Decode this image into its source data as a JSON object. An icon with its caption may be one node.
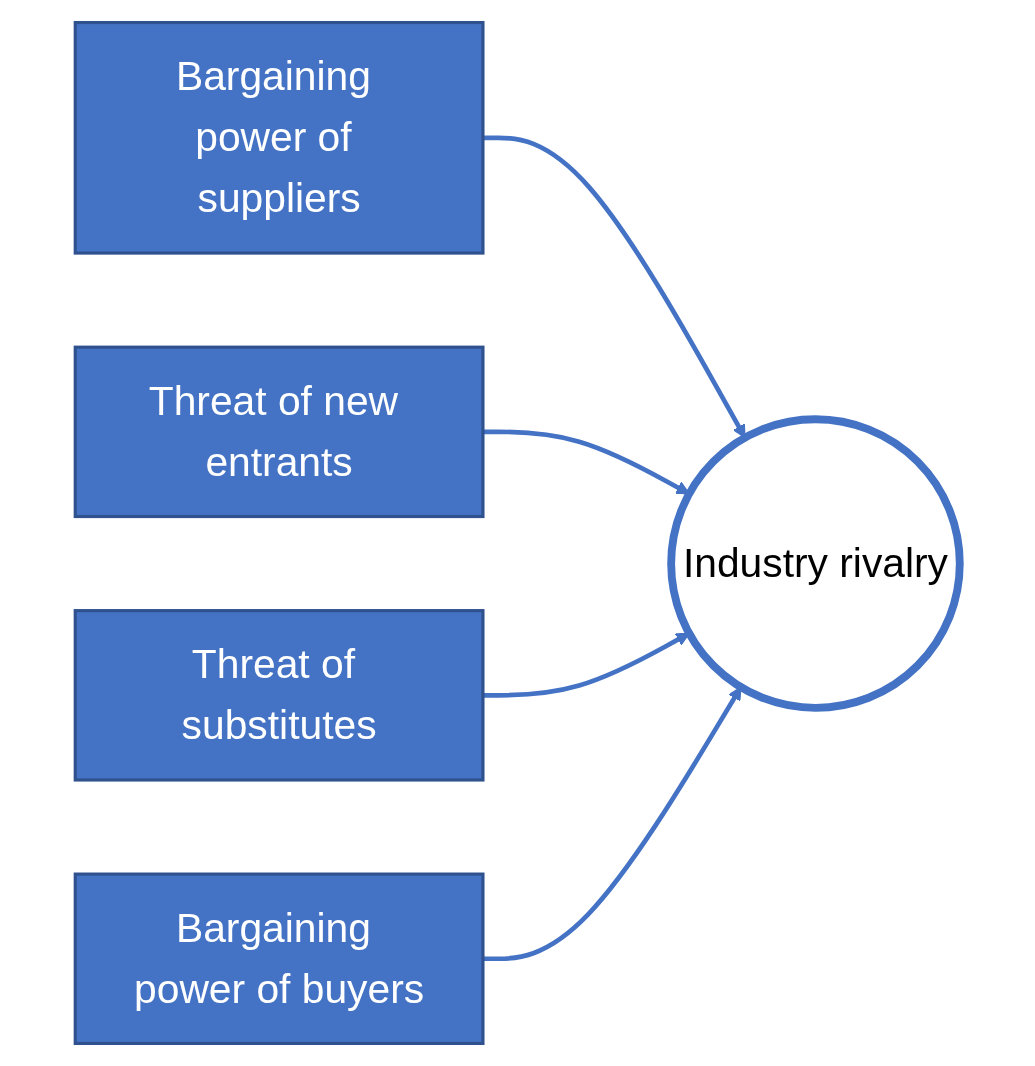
{
  "diagram": {
    "nodes": [
      {
        "text": [
          "Bargaining power of suppliers"
        ]
      },
      {
        "text": [
          "Threat of new entrants"
        ]
      },
      {
        "text": [
          "Industry rivalry"
        ]
      },
      {
        "text": [
          "Threat of substitutes"
        ]
      },
      {
        "text": [
          "Bargaining power of buyers"
        ]
      }
    ],
    "edges": [
      {
        "from": 0,
        "to": 2,
        "arrow": "to"
      },
      {
        "from": 1,
        "to": 2,
        "arrow": "to"
      },
      {
        "from": 3,
        "to": 2,
        "arrow": "to"
      },
      {
        "from": 4,
        "to": 2,
        "arrow": "to"
      }
    ]
  }
}
